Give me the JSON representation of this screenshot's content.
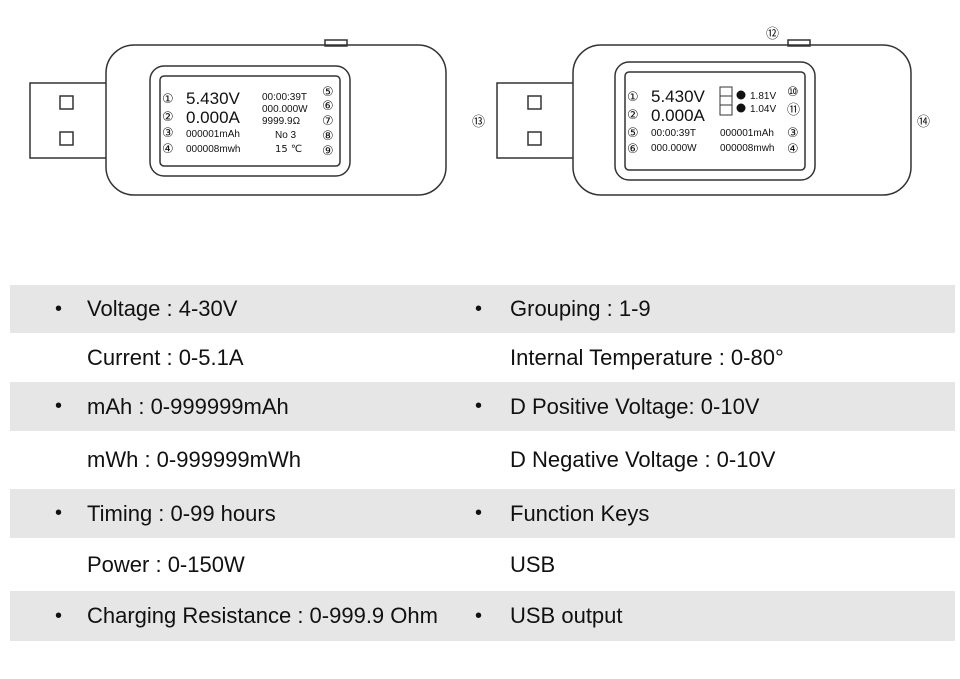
{
  "device_left": {
    "screen": {
      "voltage": "5.430V",
      "current": "0.000A",
      "mah": "000001mAh",
      "mwh": "000008mwh",
      "time": "00:00:39T",
      "power": "000.000W",
      "resistance": "9999.9Ω",
      "group": "No   3",
      "temperature": "15  ℃"
    },
    "markers": [
      "①",
      "②",
      "③",
      "④",
      "⑤",
      "⑥",
      "⑦",
      "⑧",
      "⑨"
    ]
  },
  "device_right": {
    "screen": {
      "voltage": "5.430V",
      "current": "0.000A",
      "time": "00:00:39T",
      "power": "000.000W",
      "mah": "000001mAh",
      "mwh": "000008mwh",
      "d_plus": "1.81V",
      "d_minus": "1.04V"
    },
    "markers": [
      "①",
      "②",
      "⑤",
      "⑥",
      "⑩",
      "⑪",
      "③",
      "④",
      "⑫",
      "⑬",
      "⑭"
    ]
  },
  "specs": {
    "rows": [
      {
        "left": "Voltage : 4-30V",
        "left_bullet": true,
        "right": "Grouping : 1-9",
        "right_bullet": true
      },
      {
        "left": "Current : 0-5.1A",
        "left_bullet": false,
        "right": "Internal Temperature : 0-80°",
        "right_bullet": false
      },
      {
        "left": "mAh : 0-999999mAh",
        "left_bullet": true,
        "right": "D Positive Voltage: 0-10V",
        "right_bullet": true
      },
      {
        "left": "mWh : 0-999999mWh",
        "left_bullet": false,
        "right": "D Negative Voltage : 0-10V",
        "right_bullet": false
      },
      {
        "left": "Timing : 0-99 hours",
        "left_bullet": true,
        "right": "Function Keys",
        "right_bullet": true
      },
      {
        "left": "Power : 0-150W",
        "left_bullet": false,
        "right": "USB",
        "right_bullet": false
      },
      {
        "left": "Charging Resistance : 0-999.9 Ohm",
        "left_bullet": true,
        "right": "USB output",
        "right_bullet": true
      }
    ],
    "bullet_char": "•",
    "shade_color": "#e6e6e6"
  }
}
